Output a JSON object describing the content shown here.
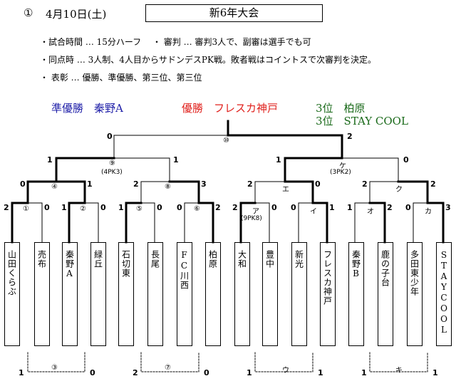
{
  "header": {
    "round": "①",
    "date": "4月10日(土)",
    "title": "新6年大会"
  },
  "rules": [
    "・試合時間 … 15分ハーフ　 ・ 審判 … 審判3人で、副審は選手でも可",
    "・同点時 … 3人制、4人目からサドンデスPK戦。敗者戦はコイントスで次審判を決定。",
    "・ 表彰 … 優勝、準優勝、第三位、第三位"
  ],
  "results": {
    "runner_up": "準優勝　秦野A",
    "winner": "優勝　フレスカ神戸",
    "third_1": "3位　柏原",
    "third_2": "3位　STAY COOL"
  },
  "colors": {
    "runner_up": "#1f1fa8",
    "winner": "#e0201c",
    "third": "#1a6a1a"
  },
  "teams": [
    "山田くらぶ",
    "売布",
    "秦野A",
    "緑丘",
    "石切東",
    "長尾",
    "FC川西",
    "柏原",
    "大和",
    "豊中",
    "新光",
    "フレスカ神戸",
    "秦野B",
    "鹿の子台",
    "多田東少年",
    "STAYCOOL"
  ],
  "match_labels": {
    "m1": "①",
    "m2": "②",
    "m5": "⑤",
    "m6": "⑥",
    "a": "ア",
    "i": "イ",
    "o": "オ",
    "ka": "カ",
    "m4": "④",
    "m8": "⑧",
    "e": "エ",
    "ku": "ク",
    "m9": "⑨",
    "ke": "ケ",
    "m10": "⑩",
    "m3": "③",
    "m7": "⑦",
    "u": "ウ",
    "ki": "キ"
  },
  "pk_notes": {
    "a": "(9PK8)",
    "m9": "(4PK3)",
    "ke": "(3PK2)"
  },
  "scores": {
    "r1": [
      "2",
      "0",
      "1",
      "0",
      "1",
      "0",
      "0",
      "2",
      "2",
      "0",
      "0",
      "1",
      "1",
      "2",
      "0",
      "3"
    ],
    "r2": [
      "0",
      "1",
      "2",
      "3",
      "2",
      "0",
      "2",
      "2"
    ],
    "semi": [
      "1",
      "1",
      "1",
      "0"
    ],
    "final": [
      "0",
      "2"
    ],
    "loser": [
      "1",
      "0",
      "2",
      "0",
      "1",
      "1",
      "1",
      "1"
    ]
  }
}
